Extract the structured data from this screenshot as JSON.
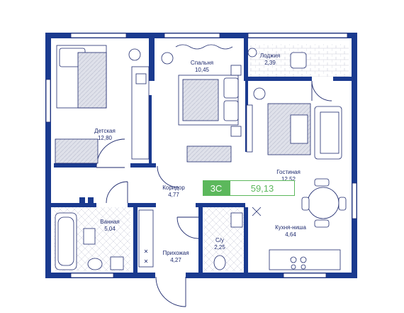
{
  "apartment": {
    "type": "3С",
    "area": "59,13"
  },
  "colors": {
    "wall": "#1a3a8f",
    "line": "#1e2a6e",
    "accent": "#5cb85c",
    "floor": "#e8e8ee"
  },
  "rooms": {
    "childrens": {
      "name": "Детская",
      "area": "12,80"
    },
    "bedroom": {
      "name": "Спальня",
      "area": "10,45"
    },
    "loggia": {
      "name": "Лоджия",
      "area": "2,39"
    },
    "corridor": {
      "name": "Коридор",
      "area": "4,77"
    },
    "living": {
      "name": "Гостиная",
      "area": "12,52"
    },
    "bathroom": {
      "name": "Ванная",
      "area": "5,04"
    },
    "hallway": {
      "name": "Прихожая",
      "area": "4,27"
    },
    "wc": {
      "name": "С/у",
      "area": "2,25"
    },
    "kitchen": {
      "name": "Кухня-ниша",
      "area": "4,64"
    }
  }
}
